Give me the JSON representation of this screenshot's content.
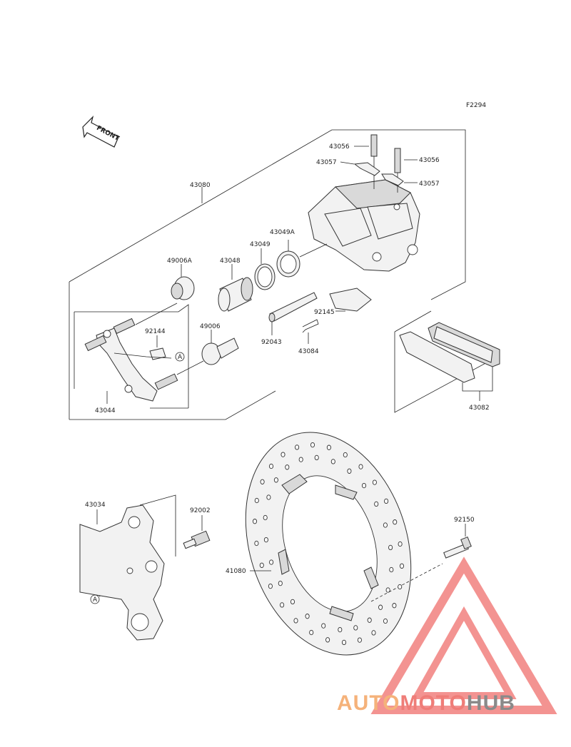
{
  "figure_id": "F2294",
  "front_label": "FRONT",
  "callout_a": "A",
  "parts": {
    "caliper_assembly": "43080",
    "bleed_valve_left": "43056",
    "bleed_valve_right": "43056",
    "bleed_cap_left": "43057",
    "bleed_cap_right": "43057",
    "dust_seal": "43049A",
    "piston_seal": "43049",
    "piston": "43048",
    "boot_a": "49006A",
    "boot": "49006",
    "spring": "92144",
    "pad_spring": "92145",
    "pin": "92043",
    "clip": "43084",
    "caliper_holder": "43044",
    "pad_set": "43082",
    "torque_link": "43034",
    "bolt": "92002",
    "brake_disc": "41080",
    "disc_bolt": "92150"
  },
  "watermark": {
    "part1": "AUTO",
    "part2": "MOTO",
    "part3": "HUB",
    "color1": "#f5b27a",
    "color2": "#ef7d78",
    "color3": "#8a8a8a",
    "triangle_color": "#ef6f6c"
  }
}
